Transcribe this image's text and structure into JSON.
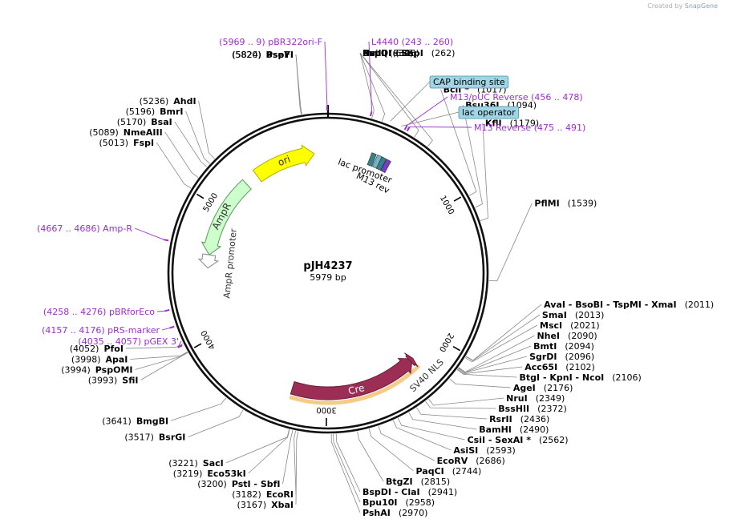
{
  "credit": {
    "prefix": "Created by",
    "brand": "SnapGene"
  },
  "plasmid": {
    "name": "pJH4237",
    "length_label": "5979 bp",
    "length": 5979
  },
  "ticks": [
    {
      "label": "1000",
      "pos": 1000
    },
    {
      "label": "2000",
      "pos": 2000
    },
    {
      "label": "3000",
      "pos": 3000
    },
    {
      "label": "4000",
      "pos": 4000
    },
    {
      "label": "5000",
      "pos": 5000
    }
  ],
  "features": [
    {
      "name": "ori",
      "label": "ori",
      "start": 5380,
      "end": 5870,
      "dir": 1,
      "color": "#ffff00",
      "stroke": "#b0b000",
      "r": 150,
      "w": 18,
      "label_color": "#333333"
    },
    {
      "name": "AmpR",
      "label": "AmpR",
      "start": 4630,
      "end": 5275,
      "dir": -1,
      "color": "#ccffcc",
      "stroke": "#5a9a5a",
      "r": 150,
      "w": 16,
      "label_color": "#333333"
    },
    {
      "name": "AmpR promoter",
      "label": "AmpR promoter",
      "start": 4525,
      "end": 4630,
      "dir": -1,
      "color": "#ffffff",
      "stroke": "#888888",
      "r": 150,
      "w": 16,
      "label_color": "#333333"
    },
    {
      "name": "Cre",
      "label": "Cre",
      "start": 2250,
      "end": 3275,
      "dir": -1,
      "color": "#9c2d55",
      "stroke": "#6d1f3c",
      "r": 150,
      "w": 16,
      "label_color": "#ffffff",
      "highlight": "#f5c272"
    },
    {
      "name": "SV40 NLS",
      "label": "SV40 NLS",
      "start": 2245,
      "end": 2275,
      "dir": -1,
      "color": "#9c2d55",
      "stroke": "#6d1f3c",
      "r": 150,
      "w": 16,
      "label_color": "#333333"
    }
  ],
  "inner_labels": [
    {
      "text": "lac promoter",
      "pos": 330
    },
    {
      "text": "M13 rev",
      "pos": 440
    }
  ],
  "primers": [
    {
      "text": "(5969 .. 9)  pBR322ori-F",
      "pos": 5974
    },
    {
      "text": "L4440    (243 .. 260)",
      "pos": 251
    },
    {
      "text": "M13/pUC Reverse    (456 .. 478)",
      "pos": 467
    },
    {
      "text": "M13 Reverse    (475 .. 491)",
      "pos": 483
    },
    {
      "text": "(4667 .. 4686)  Amp-R",
      "pos": 4676
    },
    {
      "text": "(4258 .. 4276)  pBRforEco",
      "pos": 4267
    },
    {
      "text": "(4157 .. 4176)  pRS-marker",
      "pos": 4166
    },
    {
      "text": "(4035 .. 4057)  pGEX 3'",
      "pos": 4046
    }
  ],
  "boxed_features": [
    {
      "text": "CAP binding site",
      "pos": 370
    },
    {
      "text": "lac operator",
      "pos": 440
    }
  ],
  "sites_right": [
    {
      "name": "BspQI - SapI",
      "num": "(262)",
      "pos": 262
    },
    {
      "name": "PvuII",
      "num": "(325)",
      "pos": 325
    },
    {
      "name": "PmlI",
      "num": "(538)",
      "pos": 538
    },
    {
      "name": "NsiI",
      "num": "(634)",
      "pos": 634
    },
    {
      "name": "BclI *",
      "num": "(1017)",
      "pos": 1017
    },
    {
      "name": "Bsu36I",
      "num": "(1094)",
      "pos": 1094
    },
    {
      "name": "KflI",
      "num": "(1179)",
      "pos": 1179
    },
    {
      "name": "PflMI",
      "num": "(1539)",
      "pos": 1539
    },
    {
      "name": "AvaI - BsoBI - TspMI - XmaI",
      "num": "(2011)",
      "pos": 2011
    },
    {
      "name": "SmaI",
      "num": "(2013)",
      "pos": 2013
    },
    {
      "name": "MscI",
      "num": "(2021)",
      "pos": 2021
    },
    {
      "name": "NheI",
      "num": "(2090)",
      "pos": 2090
    },
    {
      "name": "BmtI",
      "num": "(2094)",
      "pos": 2094
    },
    {
      "name": "SgrDI",
      "num": "(2096)",
      "pos": 2096
    },
    {
      "name": "Acc65I",
      "num": "(2102)",
      "pos": 2102
    },
    {
      "name": "BtgI - KpnI - NcoI",
      "num": "(2106)",
      "pos": 2106
    },
    {
      "name": "AgeI",
      "num": "(2176)",
      "pos": 2176
    },
    {
      "name": "NruI",
      "num": "(2349)",
      "pos": 2349
    },
    {
      "name": "BssHII",
      "num": "(2372)",
      "pos": 2372
    },
    {
      "name": "RsrII",
      "num": "(2436)",
      "pos": 2436
    },
    {
      "name": "BamHI",
      "num": "(2490)",
      "pos": 2490
    },
    {
      "name": "CsiI - SexAI *",
      "num": "(2562)",
      "pos": 2562
    },
    {
      "name": "AsiSI",
      "num": "(2593)",
      "pos": 2593
    },
    {
      "name": "EcoRV",
      "num": "(2686)",
      "pos": 2686
    },
    {
      "name": "PaqCI",
      "num": "(2744)",
      "pos": 2744
    },
    {
      "name": "BtgZI",
      "num": "(2815)",
      "pos": 2815
    },
    {
      "name": "BspDI - ClaI",
      "num": "(2941)",
      "pos": 2941
    },
    {
      "name": "Bpu10I",
      "num": "(2958)",
      "pos": 2958
    },
    {
      "name": "PshAI",
      "num": "(2970)",
      "pos": 2970
    }
  ],
  "sites_left": [
    {
      "name": "PspFI",
      "num": "(5824)",
      "pos": 5824
    },
    {
      "name": "BseYI",
      "num": "(5820)",
      "pos": 5820
    },
    {
      "name": "AhdI",
      "num": "(5236)",
      "pos": 5236
    },
    {
      "name": "BmrI",
      "num": "(5196)",
      "pos": 5196
    },
    {
      "name": "BsaI",
      "num": "(5170)",
      "pos": 5170
    },
    {
      "name": "NmeAIII",
      "num": "(5089)",
      "pos": 5089
    },
    {
      "name": "FspI",
      "num": "(5013)",
      "pos": 5013
    },
    {
      "name": "PfoI",
      "num": "(4052)",
      "pos": 4052
    },
    {
      "name": "ApaI",
      "num": "(3998)",
      "pos": 3998
    },
    {
      "name": "PspOMI",
      "num": "(3994)",
      "pos": 3994
    },
    {
      "name": "SfiI",
      "num": "(3993)",
      "pos": 3993
    },
    {
      "name": "BmgBI",
      "num": "(3641)",
      "pos": 3641
    },
    {
      "name": "BsrGI",
      "num": "(3517)",
      "pos": 3517
    },
    {
      "name": "SacI",
      "num": "(3221)",
      "pos": 3221
    },
    {
      "name": "Eco53kI",
      "num": "(3219)",
      "pos": 3219
    },
    {
      "name": "PstI - SbfI",
      "num": "(3200)",
      "pos": 3200
    },
    {
      "name": "EcoRI",
      "num": "(3182)",
      "pos": 3182
    },
    {
      "name": "XbaI",
      "num": "(3167)",
      "pos": 3167
    }
  ],
  "colors": {
    "backbone": "#111111",
    "enzyme": "#000000",
    "primer": "#9a2fc9",
    "leader": "#888888",
    "box_fill": "#9fd6e6",
    "box_stroke": "#4f8ea0"
  }
}
